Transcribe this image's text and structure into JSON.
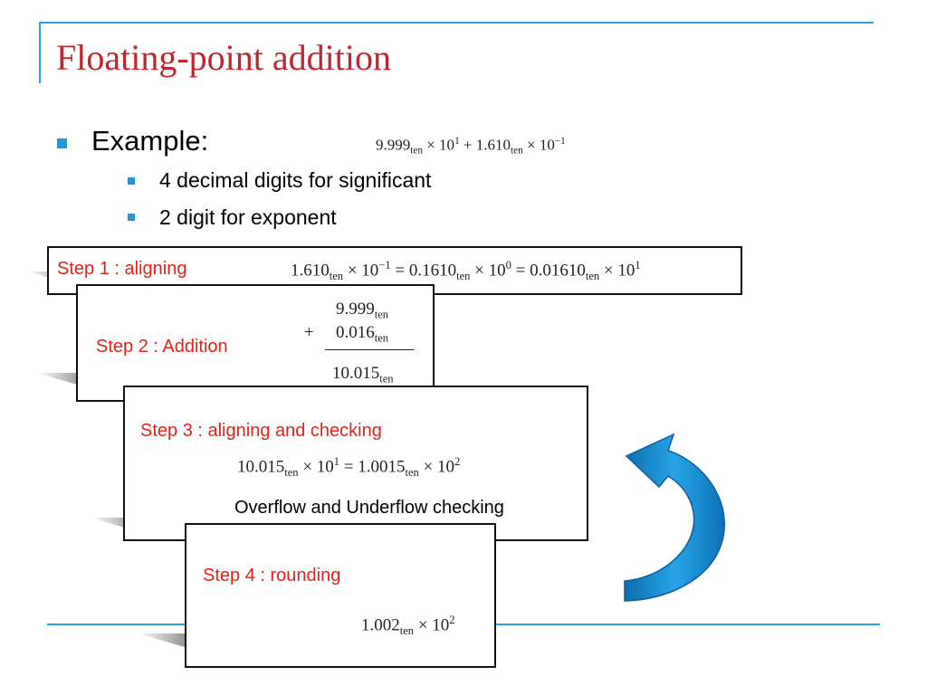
{
  "slide": {
    "title": "Floating-point addition"
  },
  "content": {
    "bullet": "Example:",
    "example_expression": {
      "a": "9.999",
      "a_sub": "ten",
      "times1": "× 10",
      "exp1": "1",
      "plus": " + 1.610",
      "b_sub": "ten",
      "times2": "× 10",
      "exp2": "−1"
    },
    "sub_bullets": [
      "4 decimal digits for significant",
      "2 digit for exponent"
    ]
  },
  "steps": {
    "step1": {
      "label": "Step 1 : aligning",
      "expr": {
        "p1": "1.610",
        "s1": "ten",
        "p2": " × 10",
        "e1": "−1",
        "p3": " = 0.1610",
        "s2": "ten",
        "p4": " × 10",
        "e2": "0",
        "p5": " = 0.01610",
        "s3": "ten",
        "p6": " × 10",
        "e3": "1"
      }
    },
    "step2": {
      "label": "Step 2 : Addition",
      "addend1": "9.999",
      "addend1_sub": "ten",
      "plus": "+",
      "addend2": "0.016",
      "addend2_sub": "ten",
      "sum": "10.015",
      "sum_sub": "ten"
    },
    "step3": {
      "label": "Step 3 : aligning and checking",
      "expr": {
        "p1": "10.015",
        "s1": "ten",
        "p2": " × 10",
        "e1": "1",
        "p3": " = 1.0015",
        "s2": "ten",
        "p4": " × 10",
        "e2": "2"
      },
      "note": "Overflow and Underflow checking"
    },
    "step4": {
      "label": "Step 4 : rounding",
      "expr": {
        "p1": "1.002",
        "s1": "ten",
        "p2": " × 10",
        "e1": "2"
      }
    }
  },
  "colors": {
    "accent": "#29a3d8",
    "title": "#c0262d",
    "step_label": "#e3201b",
    "arrow": "#1a8fd0"
  },
  "icons": {
    "curved_arrow": "curved-arrow-icon"
  }
}
